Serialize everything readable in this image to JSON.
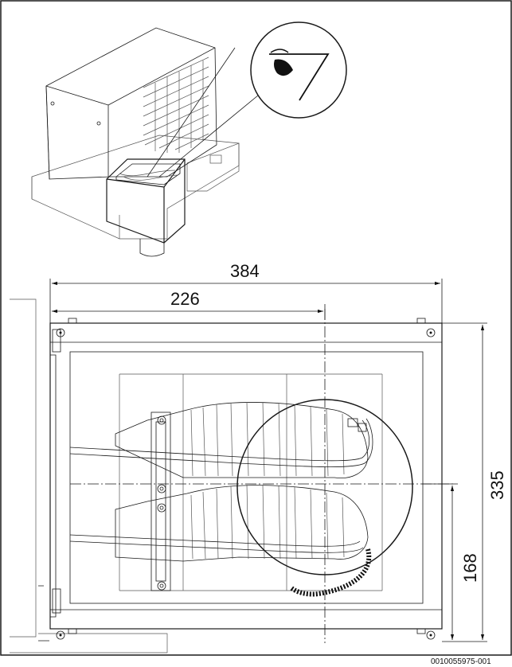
{
  "dimensions": {
    "overall_width": "384",
    "partial_width": "226",
    "overall_height": "335",
    "partial_height": "168"
  },
  "drawing_code": "0010055975-001"
}
